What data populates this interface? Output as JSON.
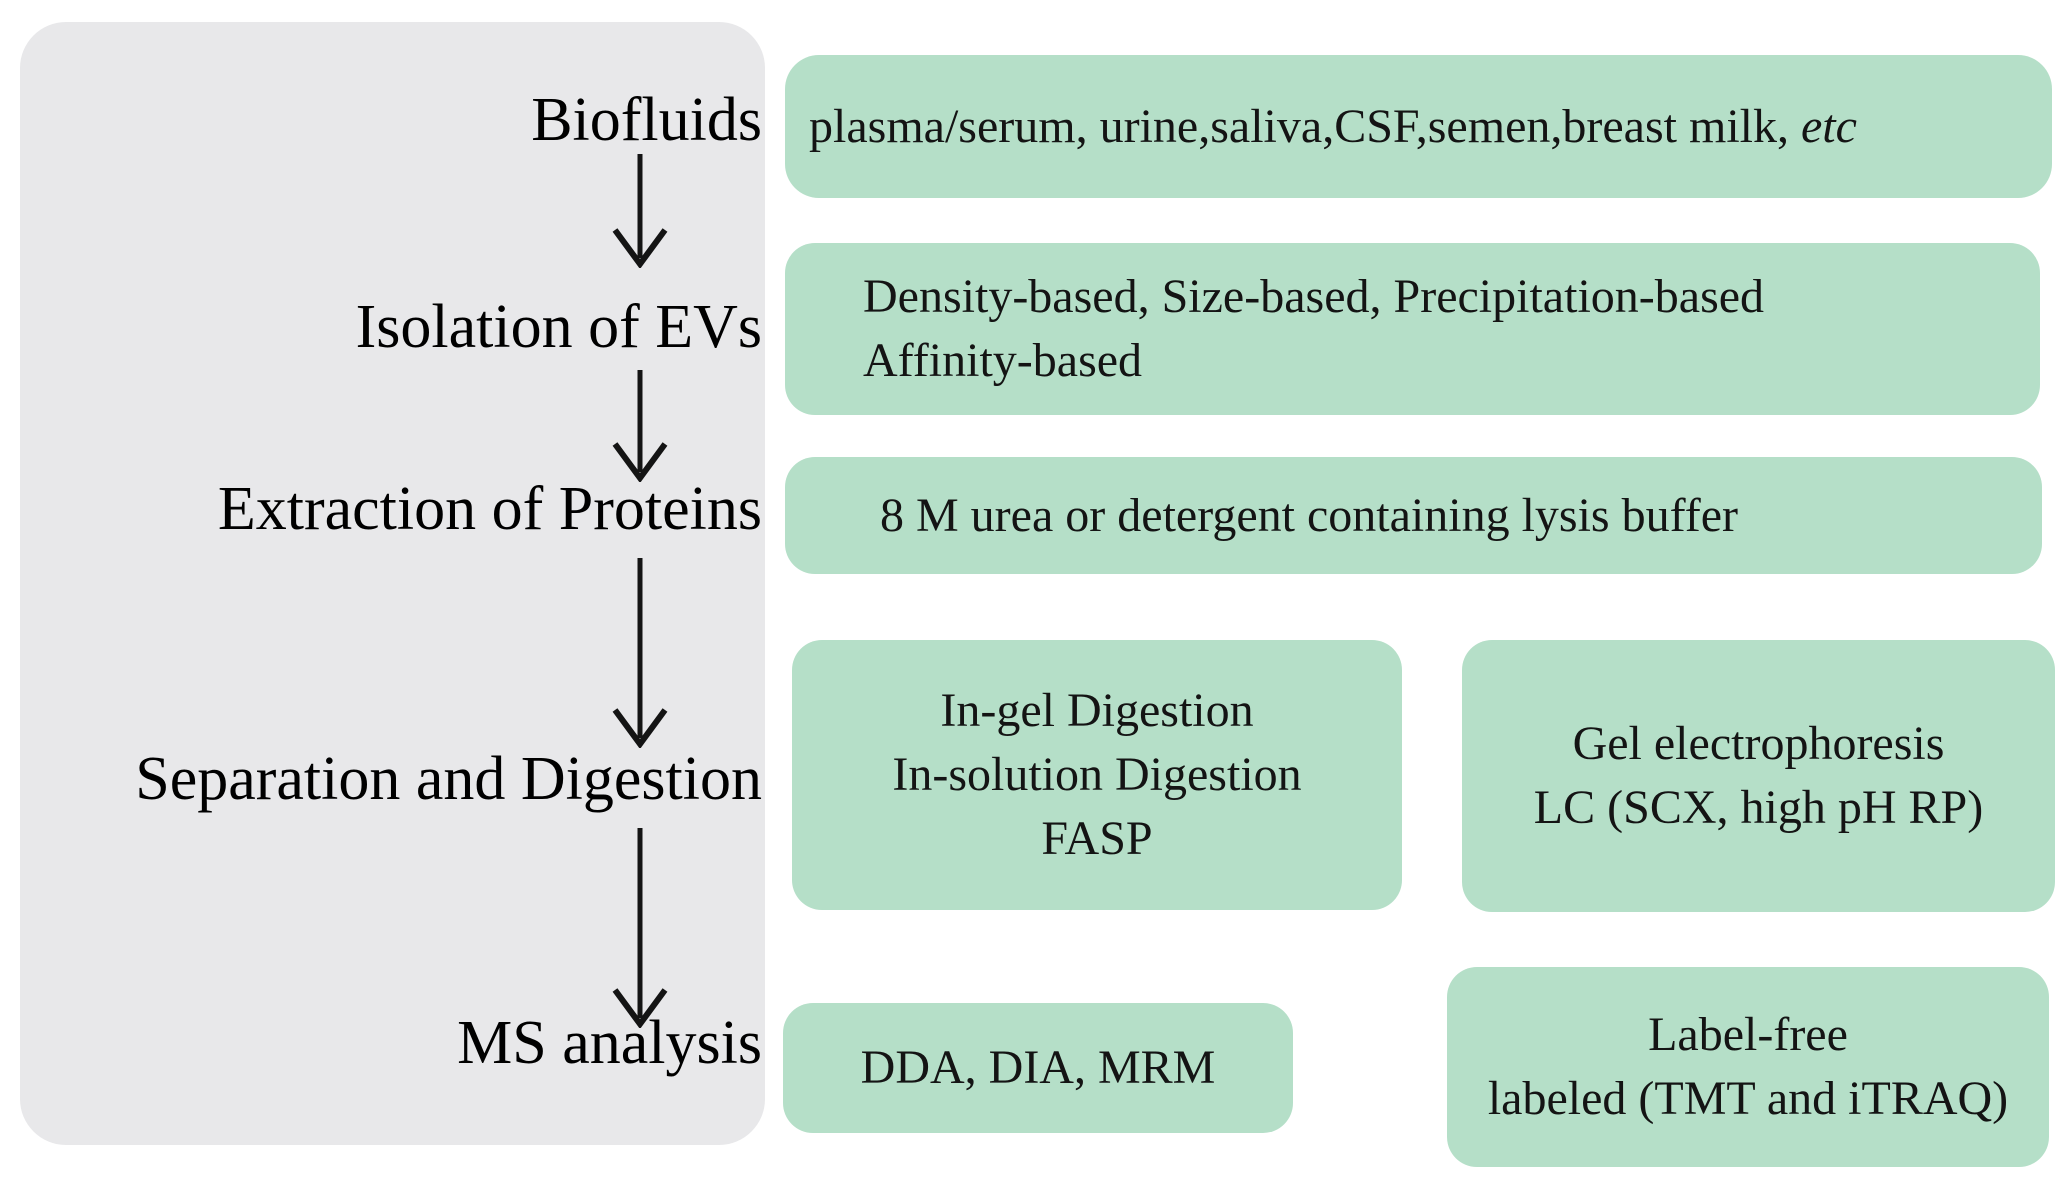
{
  "colors": {
    "panel": "#e8e8ea",
    "box": "#b5dfc8",
    "ink": "#141414"
  },
  "steps": [
    {
      "label": "Biofluids"
    },
    {
      "label": "Isolation of EVs"
    },
    {
      "label": "Extraction of Proteins"
    },
    {
      "label": "Separation and Digestion"
    },
    {
      "label": "MS analysis"
    }
  ],
  "boxes": {
    "biofluids": {
      "text": "plasma/serum, urine,saliva,CSF,semen,breast milk, ",
      "etc": "etc"
    },
    "isolation": {
      "line1": "Density-based, Size-based, Precipitation-based",
      "line2": "Affinity-based"
    },
    "extraction": {
      "line1": "8 M urea or detergent containing lysis buffer"
    },
    "separation_left": {
      "line1": "In-gel Digestion",
      "line2": "In-solution Digestion",
      "line3": "FASP"
    },
    "separation_right": {
      "line1": "Gel electrophoresis",
      "line2": "LC (SCX, high pH RP)"
    },
    "ms_left": {
      "line1": "DDA, DIA, MRM"
    },
    "ms_right": {
      "line1": "Label-free",
      "line2": "labeled (TMT and iTRAQ)"
    }
  }
}
